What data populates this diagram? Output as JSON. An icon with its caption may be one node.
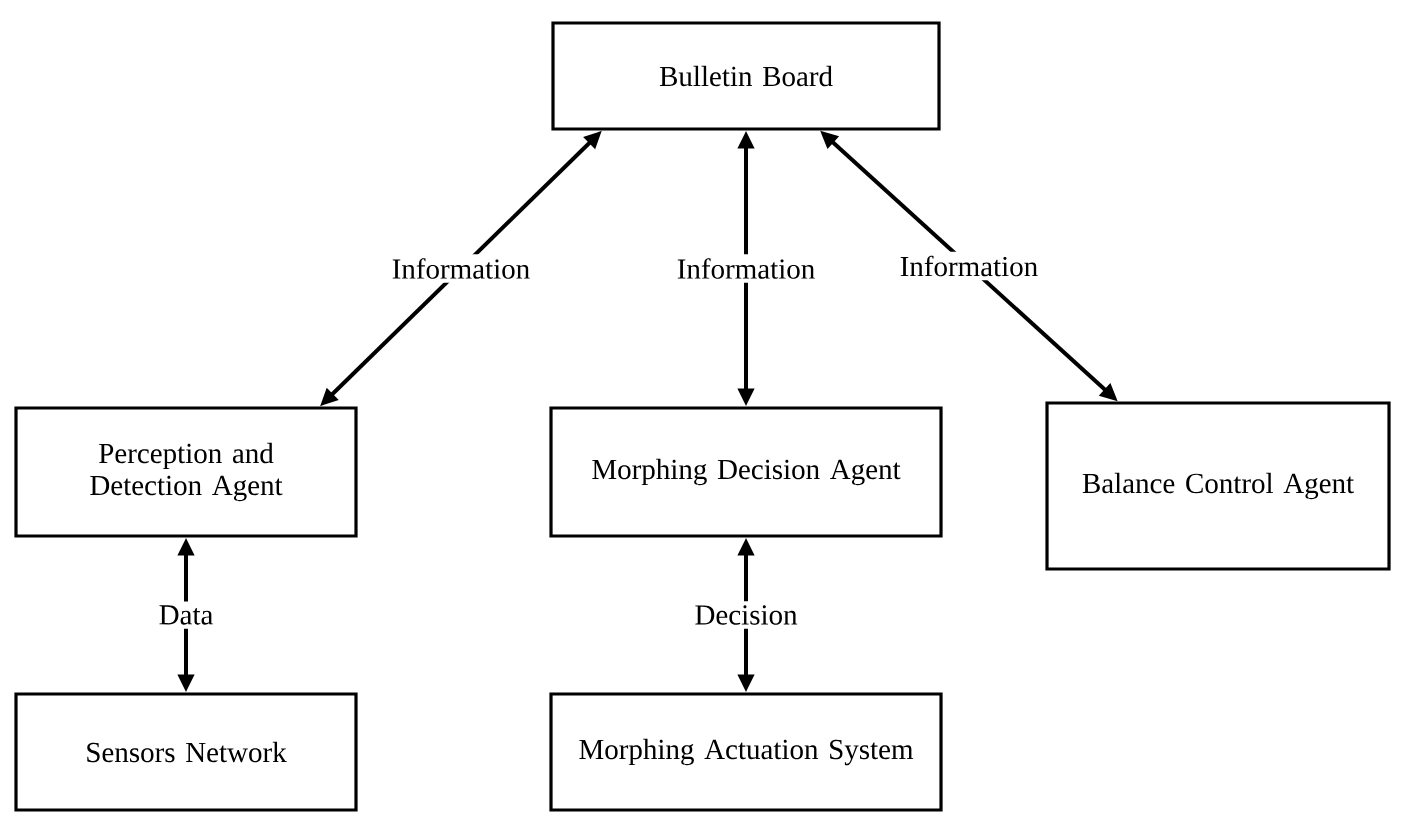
{
  "diagram": {
    "nodes": [
      {
        "text": [
          "Bulletin Board"
        ]
      },
      {
        "text": [
          "Perception and Detection Agent"
        ]
      },
      {
        "text": [
          "Morphing Decision Agent"
        ]
      },
      {
        "text": [
          "Balance Control Agent"
        ]
      },
      {
        "text": [
          "Sensors Network"
        ]
      },
      {
        "text": [
          "Morphing Actuation System"
        ]
      }
    ],
    "edges": [
      {
        "from": 0,
        "to": 1,
        "arrow": "both",
        "label": "Information"
      },
      {
        "from": 0,
        "to": 2,
        "arrow": "both",
        "label": "Information"
      },
      {
        "from": 0,
        "to": 3,
        "arrow": "both",
        "label": "Information"
      },
      {
        "from": 1,
        "to": 4,
        "arrow": "both",
        "label": "Data"
      },
      {
        "from": 2,
        "to": 5,
        "arrow": "both",
        "label": "Decision"
      }
    ]
  }
}
